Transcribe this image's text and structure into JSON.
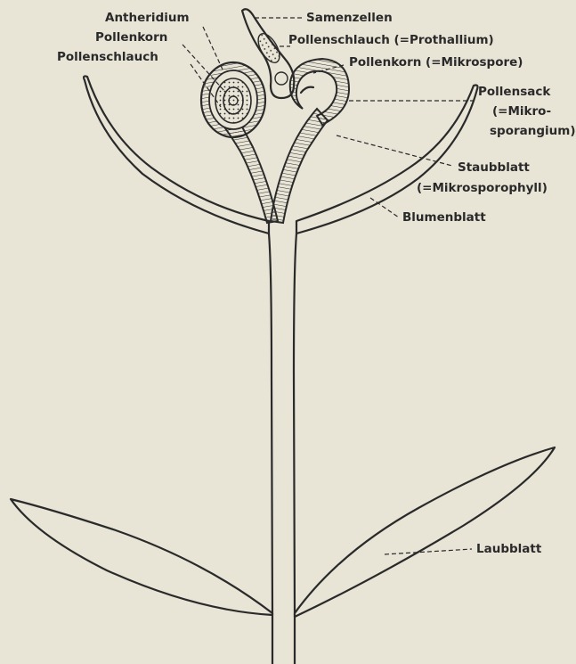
{
  "labels": {
    "antheridium": "Antheridium",
    "pollenkorn_left": "Pollenkorn",
    "pollenschlauch_left": "Pollenschlauch",
    "samenzellen": "Samenzellen",
    "pollenschlauch_right": "Pollenschlauch (=Prothallium)",
    "pollenkorn_right": "Pollenkorn (=Mikrospore)",
    "pollensack_1": "Pollensack",
    "pollensack_2": "(=Mikro-",
    "pollensack_3": "sporangium)",
    "staubblatt_1": "Staubblatt",
    "staubblatt_2": "(=Mikrosporophyll)",
    "blumenblatt": "Blumenblatt",
    "laubblatt": "Laubblatt"
  }
}
